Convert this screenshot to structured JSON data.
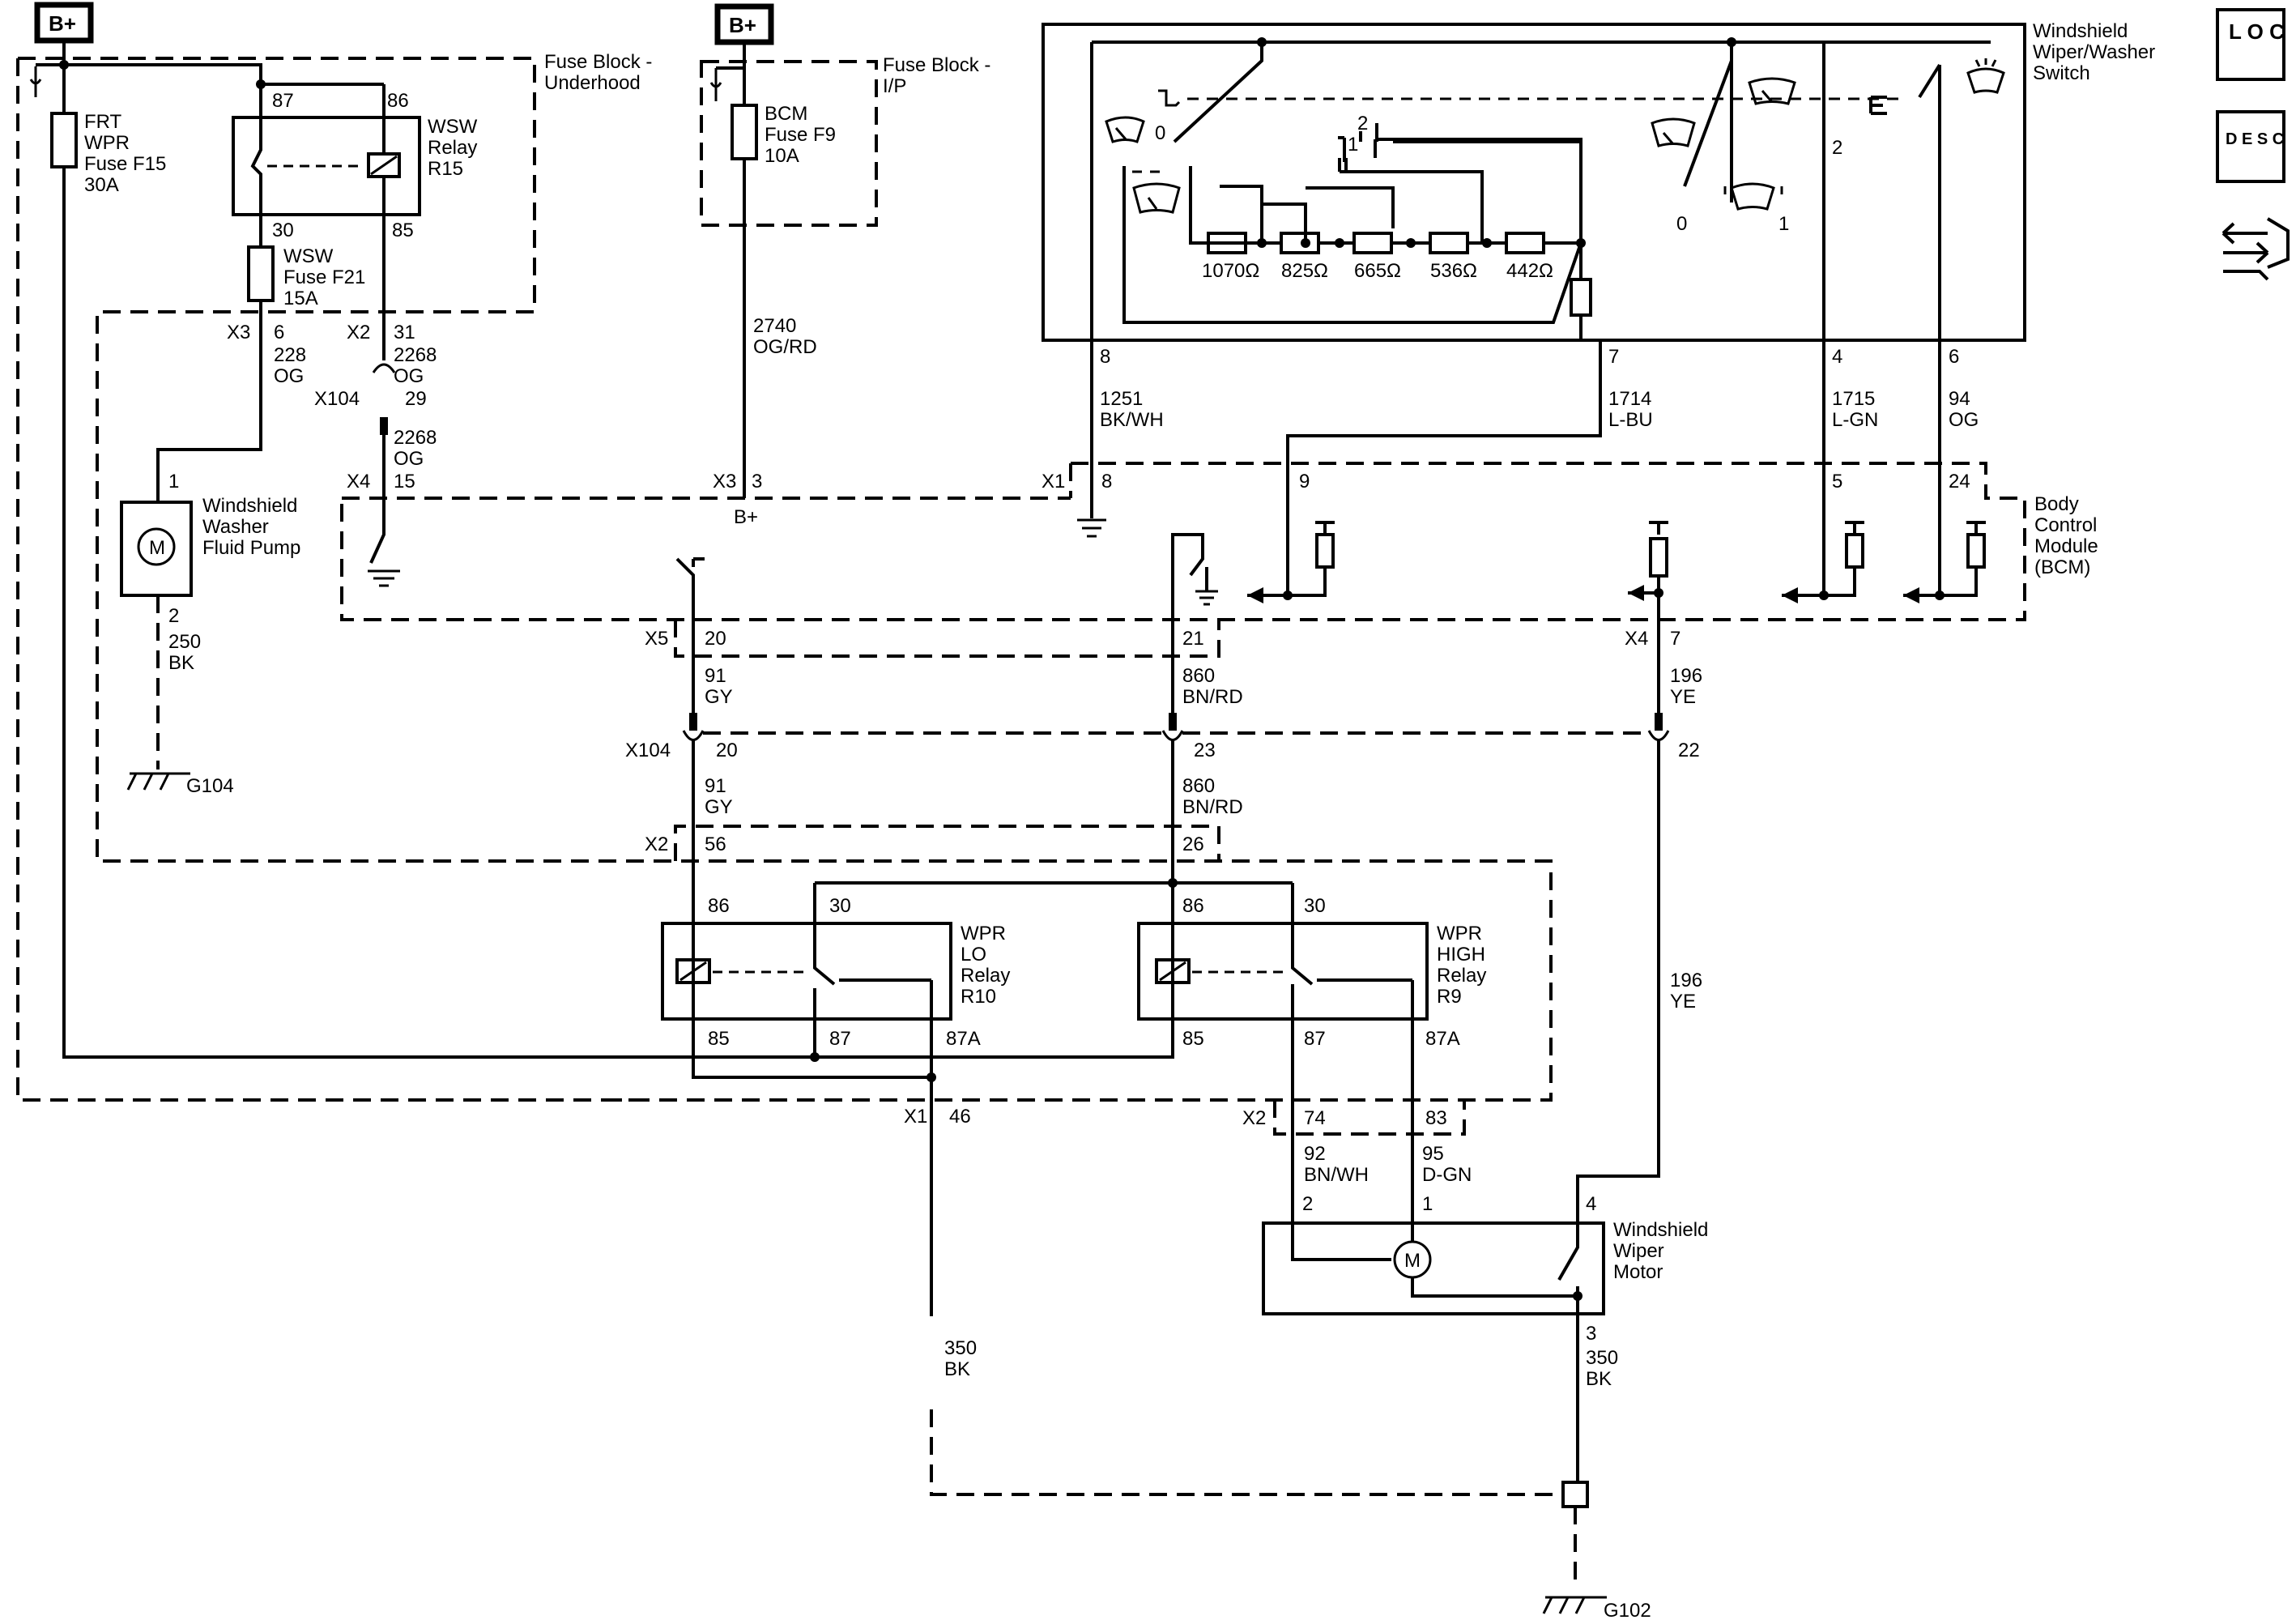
{
  "nav_icons": {
    "loc": "L O C",
    "desc": "D E S C",
    "connector_icon": "connector-repair-icon"
  },
  "supply": {
    "bplus": "B+"
  },
  "fuse_block_underhood": {
    "title": "Fuse Block - Underhood",
    "title_line1": "Fuse Block -",
    "title_line2": "Underhood",
    "frt_wpr_fuse": [
      "FRT",
      "WPR",
      "Fuse F15",
      "30A"
    ],
    "wsw_relay": [
      "WSW",
      "Relay",
      "R15"
    ],
    "wsw_fuse": [
      "WSW",
      "Fuse F21",
      "15A"
    ],
    "relay_pins": {
      "p87": "87",
      "p86": "86",
      "p30": "30",
      "p85": "85"
    }
  },
  "fuse_block_ip": {
    "title_line1": "Fuse Block -",
    "title_line2": "I/P",
    "bcm_fuse": [
      "BCM",
      "Fuse F9",
      "10A"
    ]
  },
  "switch": {
    "title": [
      "Windshield",
      "Wiper/Washer",
      "Switch"
    ],
    "positions": {
      "p0": "0",
      "p1": "1",
      "p2": "2",
      "sw0": "0",
      "sw1": "1",
      "wash2": "2"
    },
    "resistors": [
      "1070Ω",
      "825Ω",
      "665Ω",
      "536Ω",
      "442Ω"
    ],
    "pins": {
      "p8": "8",
      "p7": "7",
      "p4": "4",
      "p6": "6"
    }
  },
  "wires": {
    "w1251": [
      "1251",
      "BK/WH"
    ],
    "w1714": [
      "1714",
      "L-BU"
    ],
    "w1715": [
      "1715",
      "L-GN"
    ],
    "w94": [
      "94",
      "OG"
    ],
    "w228": [
      "228",
      "OG"
    ],
    "w2268a": [
      "2268",
      "OG"
    ],
    "w2268b": [
      "2268",
      "OG"
    ],
    "w2740": [
      "2740",
      "OG/RD"
    ],
    "w250": [
      "250",
      "BK"
    ],
    "w91a": [
      "91",
      "GY"
    ],
    "w91b": [
      "91",
      "GY"
    ],
    "w860a": [
      "860",
      "BN/RD"
    ],
    "w860b": [
      "860",
      "BN/RD"
    ],
    "w196a": [
      "196",
      "YE"
    ],
    "w196b": [
      "196",
      "YE"
    ],
    "w350a": [
      "350",
      "BK"
    ],
    "w350b": [
      "350",
      "BK"
    ],
    "w92": [
      "92",
      "BN/WH"
    ],
    "w95": [
      "95",
      "D-GN"
    ]
  },
  "connectors": {
    "x3": "X3",
    "x3_pin6": "6",
    "x2": "X2",
    "x2_pin31": "31",
    "x104": "X104",
    "x104_pin29": "29",
    "x4": "X4",
    "x4_pin15": "15",
    "x3_bcm": "X3",
    "x3_bcm_pin3": "3",
    "bcm_bplus": "B+",
    "x1": "X1",
    "x1_pin8": "8",
    "x1_pin9": "9",
    "x1_pin5": "5",
    "x1_pin24": "24",
    "x5": "X5",
    "x5_pin20": "20",
    "x5_pin21": "21",
    "x4b": "X4",
    "x4b_pin7": "7",
    "x104b": "X104",
    "x104b_pin20": "20",
    "x104b_pin23": "23",
    "x104b_pin22": "22",
    "x2b": "X2",
    "x2b_pin56": "56",
    "x2b_pin26": "26",
    "x1b": "X1",
    "x1b_pin46": "46",
    "x2c": "X2",
    "x2c_pin74": "74",
    "x2c_pin83": "83"
  },
  "pump": {
    "title": [
      "Windshield",
      "Washer",
      "Fluid Pump"
    ],
    "motor": "M",
    "pin1": "1",
    "pin2": "2"
  },
  "grounds": {
    "g104": "G104",
    "g102": "G102"
  },
  "bcm": {
    "title": [
      "Body",
      "Control",
      "Module",
      "(BCM)"
    ]
  },
  "wpr_lo_relay": {
    "title": [
      "WPR",
      "LO",
      "Relay",
      "R10"
    ],
    "pins": {
      "p86": "86",
      "p30": "30",
      "p85": "85",
      "p87": "87",
      "p87a": "87A"
    }
  },
  "wpr_high_relay": {
    "title": [
      "WPR",
      "HIGH",
      "Relay",
      "R9"
    ],
    "pins": {
      "p86": "86",
      "p30": "30",
      "p85": "85",
      "p87": "87",
      "p87a": "87A"
    }
  },
  "wiper_motor": {
    "title": [
      "Windshield",
      "Wiper",
      "Motor"
    ],
    "motor": "M",
    "pins": {
      "p2": "2",
      "p1": "1",
      "p4": "4",
      "p3": "3"
    }
  }
}
